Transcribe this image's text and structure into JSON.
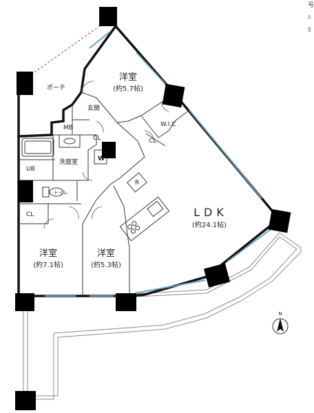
{
  "corner_marks": [
    "号",
    "ﾊ",
    "ｶ"
  ],
  "rooms": {
    "porch": "ポーチ",
    "entrance": "玄関",
    "mb": "MB",
    "cl_entrance": "CL",
    "washroom": "洗面室",
    "ub": "UB",
    "toilet": "トイレ",
    "w": "W",
    "cl_left": "CL",
    "bedroom_top": {
      "name": "洋室",
      "area": "(約5.7帖)"
    },
    "wic": "W.I.C",
    "cl_wic": "CL",
    "refrigerator": "R",
    "ldk": {
      "name": "LDK",
      "area": "(約24.1帖)"
    },
    "bedroom_left": {
      "name": "洋室",
      "area": "(約7.1帖)"
    },
    "bedroom_mid": {
      "name": "洋室",
      "area": "(約5.3帖)"
    }
  },
  "compass": "N"
}
